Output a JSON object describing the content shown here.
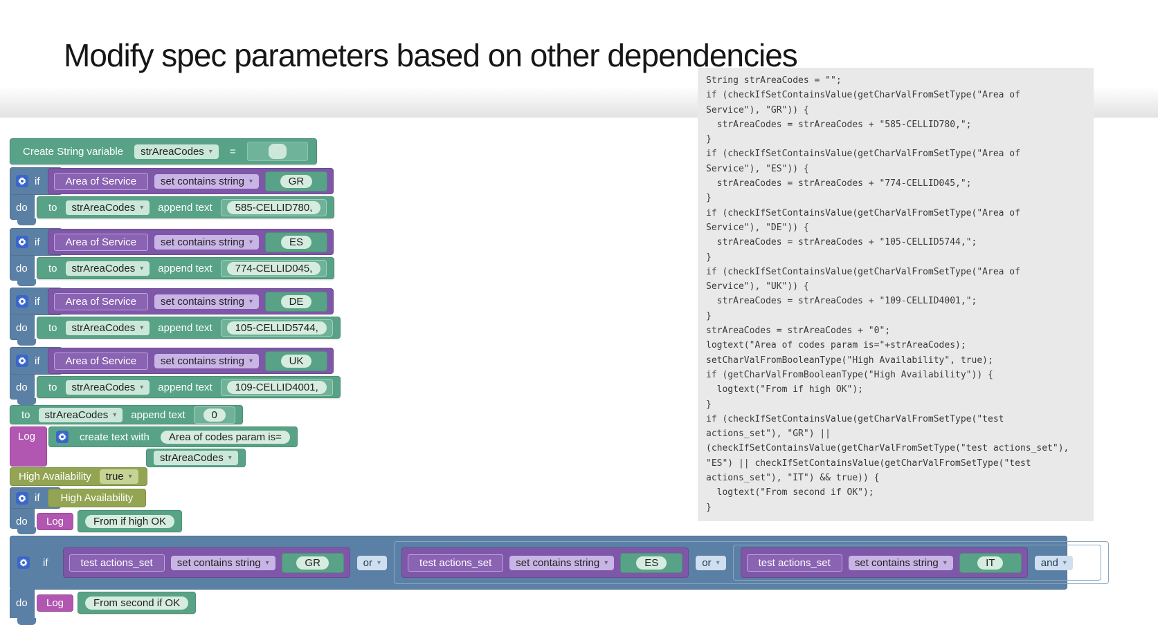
{
  "title": "Modify spec parameters based on other dependencies",
  "ui": {
    "dropdown_arrow": "▾"
  },
  "colors": {
    "teal_block": "#58a387",
    "blue_block": "#5b80a5",
    "purple_block": "#7e57a8",
    "purple_dropdown": "#c9b4e6",
    "magenta_block": "#b157b1",
    "olive_block": "#93a553",
    "field_mint": "#d5ecdf",
    "gear_badge": "#3a66cc",
    "code_bg": "#e9e9e9"
  },
  "blocks": {
    "labels": {
      "if": "if",
      "do": "do",
      "to": "to",
      "append_text": "append text",
      "equals": "="
    },
    "create_var": {
      "label": "Create String variable",
      "var_name": "strAreaCodes"
    },
    "area_groups": [
      {
        "set_name": "Area of Service",
        "operator": "set contains string",
        "value": "GR",
        "target_var": "strAreaCodes",
        "append_value": "585-CELLID780,"
      },
      {
        "set_name": "Area of Service",
        "operator": "set contains string",
        "value": "ES",
        "target_var": "strAreaCodes",
        "append_value": "774-CELLID045,"
      },
      {
        "set_name": "Area of Service",
        "operator": "set contains string",
        "value": "DE",
        "target_var": "strAreaCodes",
        "append_value": "105-CELLID5744,"
      },
      {
        "set_name": "Area of Service",
        "operator": "set contains string",
        "value": "UK",
        "target_var": "strAreaCodes",
        "append_value": "109-CELLID4001,"
      }
    ],
    "append_zero": {
      "target_var": "strAreaCodes",
      "value": "0"
    },
    "log_create_text": {
      "log_label": "Log",
      "label": "create text with",
      "item1": "Area of codes param is=",
      "item2_var": "strAreaCodes"
    },
    "set_high_availability": {
      "name": "High Availability",
      "value": "true"
    },
    "if_high_availability": {
      "condition": "High Availability",
      "log_label": "Log",
      "message": "From if high OK"
    },
    "second_if": {
      "conditions": [
        {
          "set_name": "test actions_set",
          "operator": "set contains string",
          "value": "GR",
          "join": "or"
        },
        {
          "set_name": "test actions_set",
          "operator": "set contains string",
          "value": "ES",
          "join": "or"
        },
        {
          "set_name": "test actions_set",
          "operator": "set contains string",
          "value": "IT",
          "join": "and"
        }
      ],
      "log_label": "Log",
      "message": "From second if OK"
    }
  },
  "code_panel": {
    "lines": [
      "String strAreaCodes = \"\";",
      "if (checkIfSetContainsValue(getCharValFromSetType(\"Area of",
      "Service\"), \"GR\")) {",
      "  strAreaCodes = strAreaCodes + \"585-CELLID780,\";",
      "}",
      "if (checkIfSetContainsValue(getCharValFromSetType(\"Area of",
      "Service\"), \"ES\")) {",
      "  strAreaCodes = strAreaCodes + \"774-CELLID045,\";",
      "}",
      "if (checkIfSetContainsValue(getCharValFromSetType(\"Area of",
      "Service\"), \"DE\")) {",
      "  strAreaCodes = strAreaCodes + \"105-CELLID5744,\";",
      "}",
      "if (checkIfSetContainsValue(getCharValFromSetType(\"Area of",
      "Service\"), \"UK\")) {",
      "  strAreaCodes = strAreaCodes + \"109-CELLID4001,\";",
      "}",
      "strAreaCodes = strAreaCodes + \"0\";",
      "logtext(\"Area of codes param is=\"+strAreaCodes);",
      "setCharValFromBooleanType(\"High Availability\", true);",
      "if (getCharValFromBooleanType(\"High Availability\")) {",
      "  logtext(\"From if high OK\");",
      "}",
      "if (checkIfSetContainsValue(getCharValFromSetType(\"test",
      "actions_set\"), \"GR\") ||",
      "(checkIfSetContainsValue(getCharValFromSetType(\"test actions_set\"),",
      "\"ES\") || checkIfSetContainsValue(getCharValFromSetType(\"test",
      "actions_set\"), \"IT\") && true)) {",
      "  logtext(\"From second if OK\");",
      "}"
    ]
  }
}
